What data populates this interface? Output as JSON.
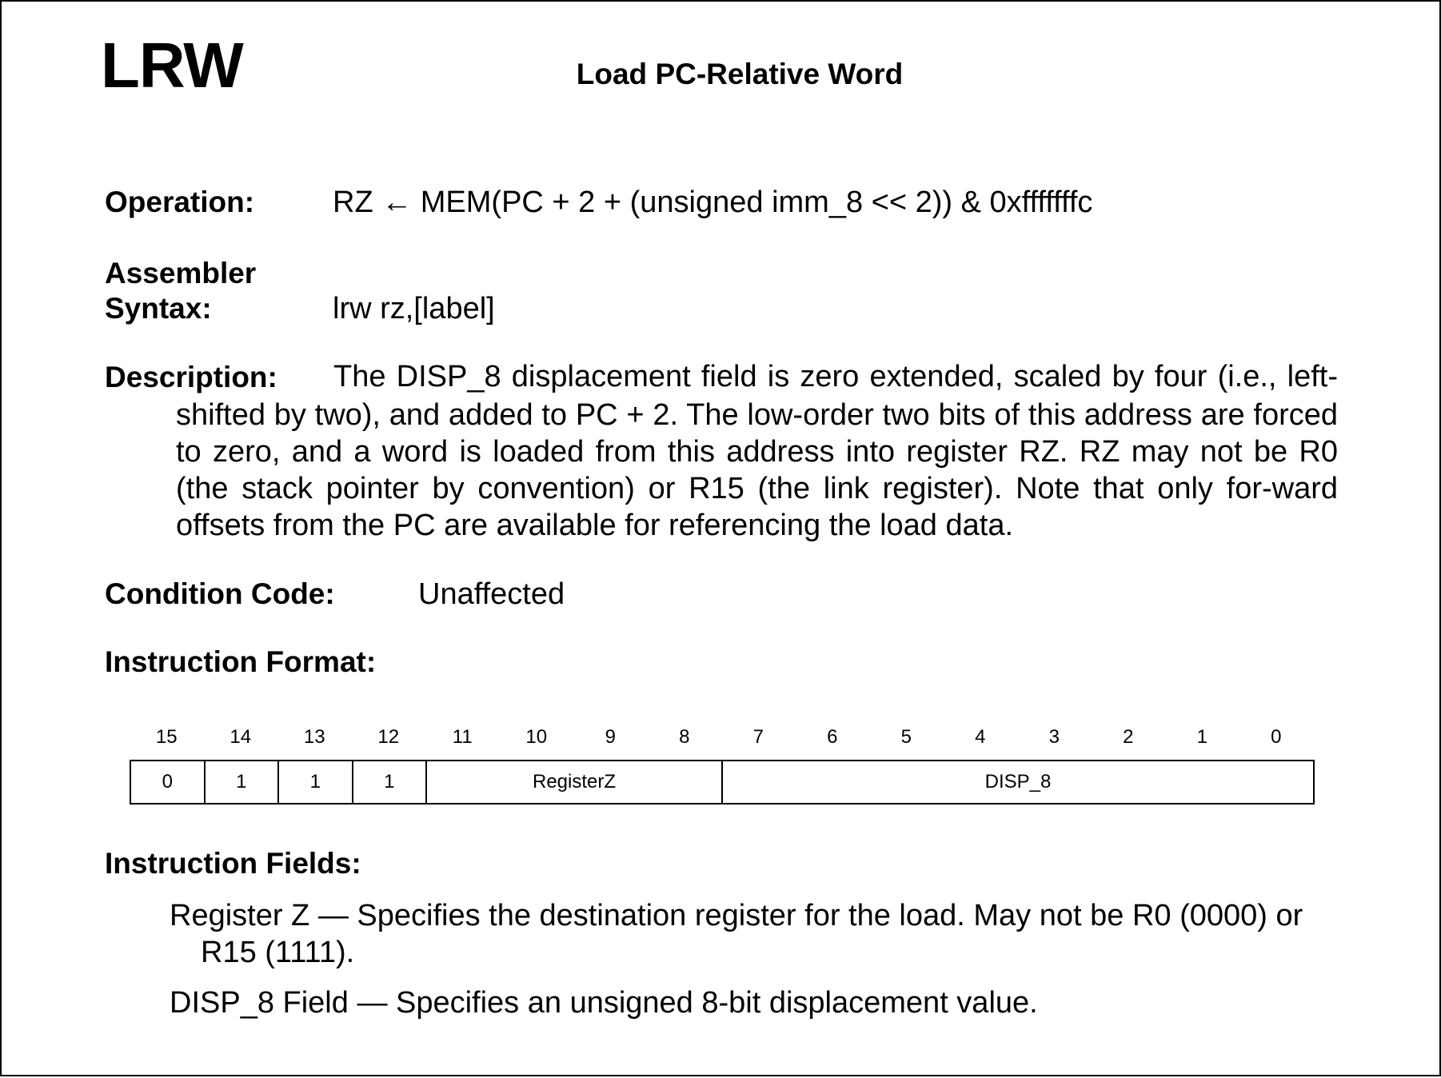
{
  "header": {
    "mnemonic": "LRW",
    "title": "Load PC-Relative Word"
  },
  "operation": {
    "label": "Operation:",
    "text": "RZ ← MEM(PC + 2 + (unsigned imm_8 << 2)) & 0xfffffffc"
  },
  "assembler": {
    "label_line1": "Assembler",
    "label_line2": "Syntax:",
    "syntax": "lrw rz,[label]"
  },
  "description": {
    "label": "Description:",
    "first_line": "The DISP_8 displacement field is zero extended, scaled by four (i.e., left-",
    "rest": "shifted by two), and added to PC + 2. The low-order two bits of this address are forced to zero, and a word is loaded from this address into register RZ. RZ may not be R0 (the stack pointer by convention) or R15 (the link register). Note that only for-ward offsets from the PC are available for referencing the load data."
  },
  "condition_code": {
    "label": "Condition Code:",
    "value": "Unaffected"
  },
  "instruction_format": {
    "label": "Instruction Format:",
    "bit_numbers": [
      "15",
      "14",
      "13",
      "12",
      "11",
      "10",
      "9",
      "8",
      "7",
      "6",
      "5",
      "4",
      "3",
      "2",
      "1",
      "0"
    ],
    "fields": [
      "0",
      "1",
      "1",
      "1",
      "RegisterZ",
      "DISP_8"
    ]
  },
  "instruction_fields": {
    "label": "Instruction Fields:",
    "register_z_line1": "Register Z — Specifies the destination register for the load. May not be R0 (0000) or",
    "register_z_line2": "R15 (1111).",
    "disp8": "DISP_8 Field — Specifies an unsigned 8-bit displacement value."
  }
}
